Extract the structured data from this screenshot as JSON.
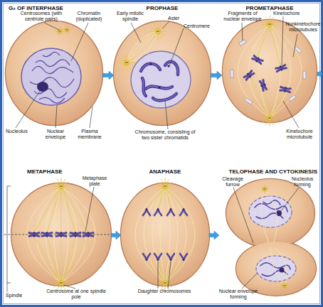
{
  "diagram": {
    "nodes": [
      {
        "text": [
          "G₂ OF INTERPHASE"
        ]
      },
      {
        "text": [
          "PROPHASE"
        ]
      },
      {
        "text": [
          "PROMETAPHASE"
        ]
      },
      {
        "text": [
          "METAPHASE"
        ]
      },
      {
        "text": [
          "ANAPHASE"
        ]
      },
      {
        "text": [
          "TELOPHASE AND CYTOKINESIS"
        ]
      }
    ],
    "edges": [
      {
        "from": 0,
        "to": 1,
        "arrow": "to"
      },
      {
        "from": 1,
        "to": 2,
        "arrow": "to"
      },
      {
        "from": 3,
        "to": 4,
        "arrow": "to"
      },
      {
        "from": 4,
        "to": 5,
        "arrow": "to"
      }
    ],
    "labels": [
      "Centrosomes (with centriole pairs)",
      "Chromatin (duplicated)",
      "Nucleolus",
      "Nuclear envelope",
      "Plasma membrane",
      "Early mitotic spindle",
      "Aster",
      "Centromere",
      "Chromosome, consisting of two sister chromatids",
      "Fragments of nuclear envelope",
      "Kinetochore",
      "Nonkinetochore microtubules",
      "Kinetochore microtubule",
      "Metaphase plate",
      "Spindle",
      "Centrosome at one spindle pole",
      "Daughter chromosomes",
      "Cleavage furrow",
      "Nucleolus forming",
      "Nuclear envelope forming"
    ]
  }
}
